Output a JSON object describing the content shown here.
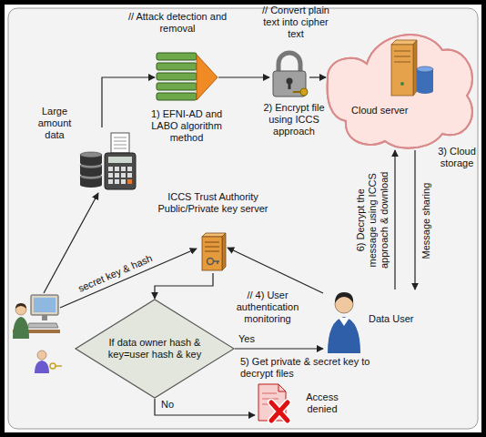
{
  "diagram": {
    "nodes": [
      {
        "text": [
          "Large amount data"
        ]
      },
      {
        "text": [
          "1) EFNI-AD and LABO algorithm method"
        ]
      },
      {
        "text": [
          "2) Encrypt file using ICCS approach"
        ]
      },
      {
        "text": [
          "Cloud server",
          "3) Cloud storage"
        ]
      },
      {
        "text": [
          "ICCS Trust Authority Public/Private key server"
        ]
      },
      {
        "text": [
          "If data owner hash & key=user hash & key"
        ]
      },
      {
        "text": [
          "Data User"
        ]
      },
      {
        "text": [
          "Access denied"
        ]
      }
    ],
    "edges": [
      {
        "from": 0,
        "to": 1,
        "arrow": "to"
      },
      {
        "from": 1,
        "to": 2,
        "arrow": "to"
      },
      {
        "from": 2,
        "to": 3,
        "arrow": "to"
      },
      {
        "from": 3,
        "to": 6,
        "label": "Message sharing",
        "arrow": "to"
      },
      {
        "from": 6,
        "to": 3,
        "label": "6) Decrypt the message using ICCS approach & download",
        "arrow": "to"
      },
      {
        "from": 6,
        "to": 4,
        "arrow": "to"
      },
      {
        "from": 4,
        "to": 5,
        "arrow": "to"
      },
      {
        "from": 5,
        "to": 6,
        "label": "Yes",
        "arrow": "to"
      },
      {
        "from": 5,
        "to": 7,
        "label": "No",
        "arrow": "to"
      }
    ],
    "labels": [
      "// Attack detection and removal",
      "// Convert plain text into cipher text",
      "secret key & hash",
      "// 4) User authentication monitoring",
      "5) Get private & secret key to decrypt files"
    ]
  }
}
